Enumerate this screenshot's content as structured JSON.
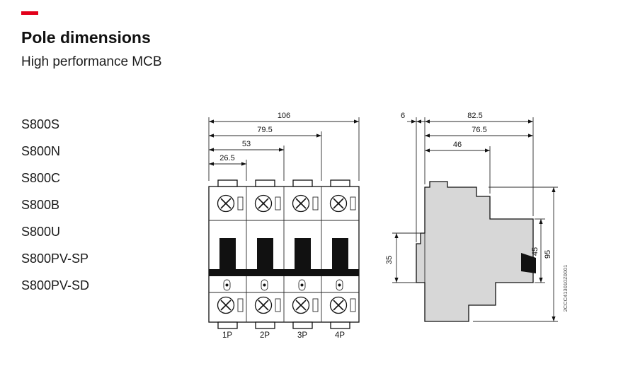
{
  "header": {
    "accent_color": "#e2001a",
    "title": "Pole dimensions",
    "subtitle": "High performance MCB"
  },
  "models": {
    "items": [
      "S800S",
      "S800N",
      "S800C",
      "S800B",
      "S800U",
      "S800PV-SP",
      "S800PV-SD"
    ]
  },
  "front_view": {
    "dim_total_width": "106",
    "dim_three_pole": "79.5",
    "dim_two_pole": "53",
    "dim_one_pole": "26.5",
    "pole_labels": [
      "1P",
      "2P",
      "3P",
      "4P"
    ]
  },
  "side_view": {
    "dim_rail_offset": "6",
    "dim_total_depth": "82.5",
    "dim_body_depth": "76.5",
    "dim_upper_depth": "46",
    "dim_rail_height": "35",
    "dim_front_height": "45",
    "dim_total_height": "95",
    "doc_code": "2CCC413010Z0001"
  }
}
